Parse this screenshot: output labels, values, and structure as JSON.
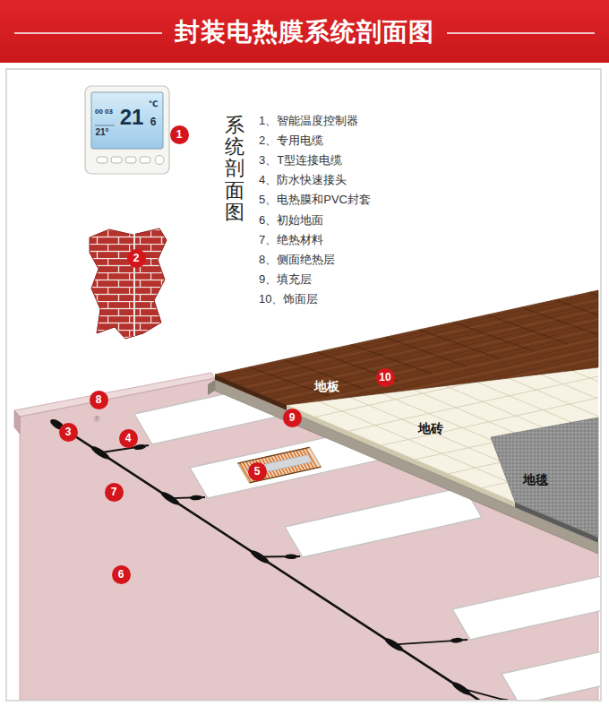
{
  "diagram": {
    "title": "封装电热膜系统剖面图",
    "labels": [
      "21",
      "℃",
      "6",
      "00 03",
      "21°",
      "1",
      "系统剖面图",
      "1、智能温度控制器",
      "2、专用电缆",
      "3、T型连接电缆",
      "4、防水快速接头",
      "5、电热膜和PVC封套",
      "6、初始地面",
      "7、绝热材料",
      "8、侧面绝热层",
      "9、填充层",
      "10、饰面层",
      "2",
      "8",
      "®",
      "3",
      "4",
      "9",
      "地板",
      "10",
      "地砖",
      "5",
      "7",
      "地毯",
      "6"
    ]
  }
}
